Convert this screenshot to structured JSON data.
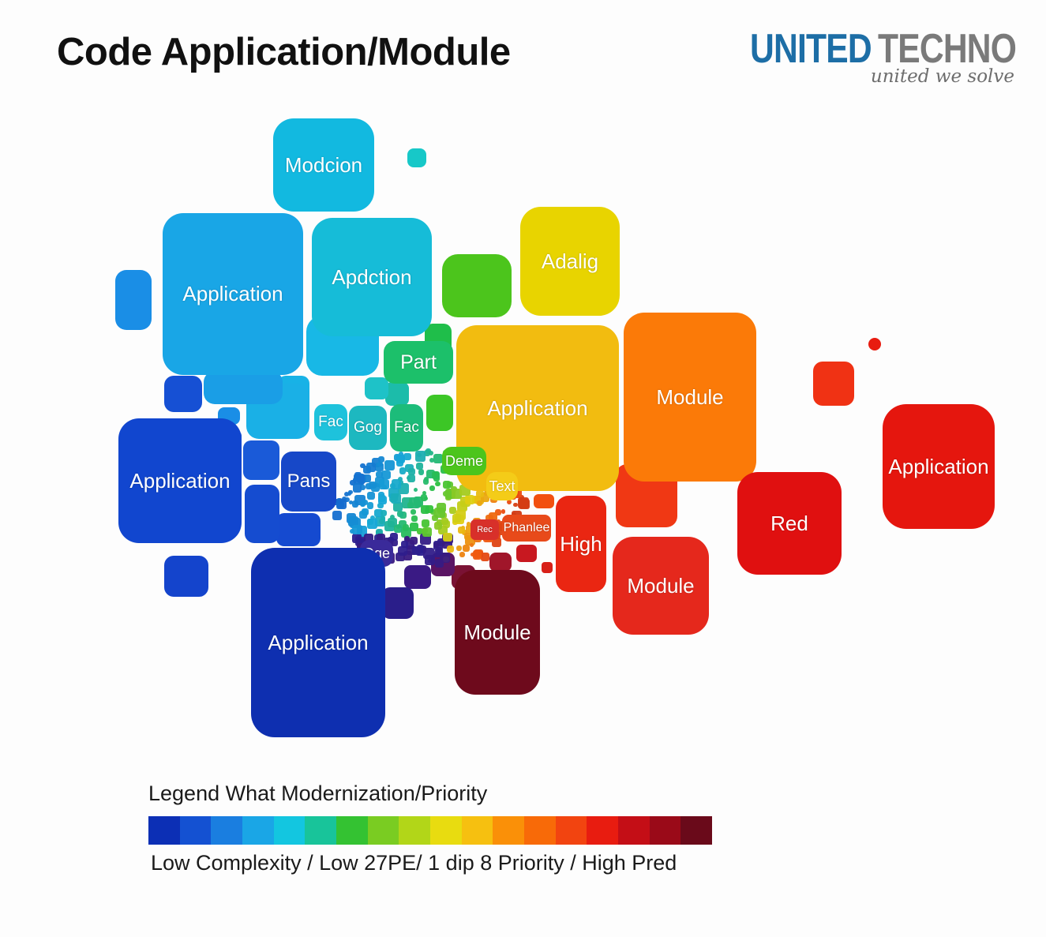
{
  "title": "Code Application/Module",
  "logo": {
    "word1": "UNITED",
    "word2": "TECHNO",
    "tagline": "united we solve"
  },
  "tiles": [
    {
      "label": "Modcion",
      "color": "#12b9e0"
    },
    {
      "label": "Application",
      "color": "#19a6e6"
    },
    {
      "label": "Apdction",
      "color": "#16bcd8"
    },
    {
      "label": "Adalig",
      "color": "#e8d400"
    },
    {
      "label": "Part",
      "color": "#1cc06a"
    },
    {
      "label": "Application",
      "color": "#f2bc10"
    },
    {
      "label": "Module",
      "color": "#fb7a08"
    },
    {
      "label": "Application",
      "color": "#e5160e"
    },
    {
      "label": "Application",
      "color": "#1146cf"
    },
    {
      "label": "Pans",
      "color": "#1748c8"
    },
    {
      "label": "Fac",
      "color": "#1ec2dc"
    },
    {
      "label": "Gog",
      "color": "#1db8c0"
    },
    {
      "label": "Fac",
      "color": "#1cbc7a"
    },
    {
      "label": "Deme",
      "color": "#4cc51c"
    },
    {
      "label": "Text",
      "color": "#f4cc18"
    },
    {
      "label": "Phanlee",
      "color": "#e84a1a"
    },
    {
      "label": "Rec",
      "color": "#d8302a"
    },
    {
      "label": "High",
      "color": "#ea2612"
    },
    {
      "label": "Module",
      "color": "#e5281c"
    },
    {
      "label": "Red",
      "color": "#e01010"
    },
    {
      "label": "Module",
      "color": "#6e0a1c"
    },
    {
      "label": "Oge",
      "color": "#3a2a9a"
    },
    {
      "label": "Application",
      "color": "#0e2fb0"
    }
  ],
  "legend": {
    "title": "Legend What Modernization/Priority",
    "caption": "Low Complexity / Low 27PE/ 1 dip 8 Priority / High Pred",
    "colors": [
      "#0c2fb5",
      "#1451d2",
      "#1a7ee0",
      "#1aa6e6",
      "#13c6e0",
      "#18c49a",
      "#34c232",
      "#7acc22",
      "#b2d618",
      "#e8dc10",
      "#f6c010",
      "#fa9008",
      "#f86a08",
      "#f24410",
      "#e81c10",
      "#c40e16",
      "#9a0a18",
      "#6a0a1a"
    ]
  }
}
